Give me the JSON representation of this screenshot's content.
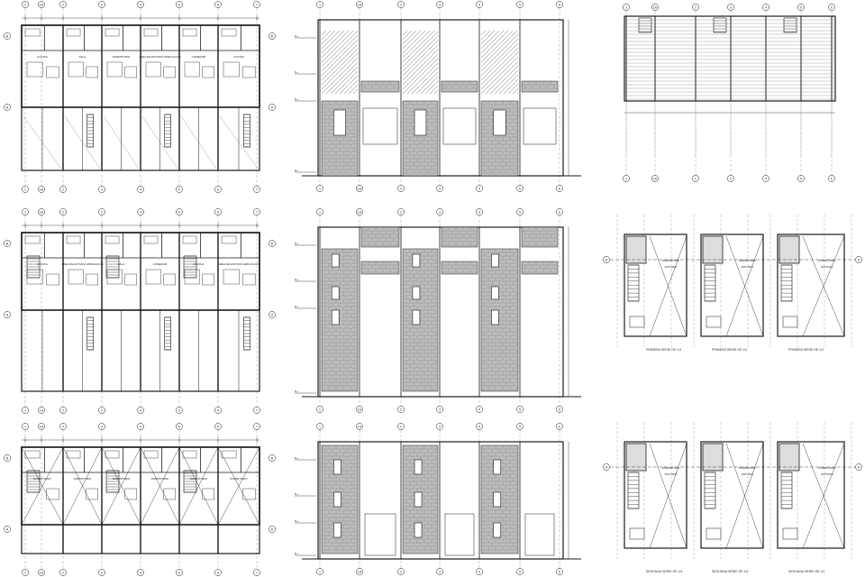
{
  "drawing_set": {
    "grid_numbers": [
      "1",
      "1A",
      "2",
      "3",
      "4",
      "5",
      "6",
      "7"
    ],
    "grid_letters": [
      "A",
      "B",
      "C"
    ],
    "sheets": [
      {
        "id": "plan-ground",
        "kind": "plan",
        "room_labels": [
          "COCINA",
          "SALA",
          "DORMITORIO",
          "AREA DE ESTUDIO AMPLIACION",
          "COMEDOR"
        ]
      },
      {
        "id": "elevation-front",
        "kind": "elevation",
        "room_labels": []
      },
      {
        "id": "plan-roof",
        "kind": "roof",
        "room_labels": []
      },
      {
        "id": "plan-first",
        "kind": "plan",
        "room_labels": [
          "COCINA",
          "AREA DE ESTUDIO AMPLIACION",
          "SALA",
          "COMEDOR"
        ]
      },
      {
        "id": "elevation-rear",
        "kind": "elevation",
        "room_labels": []
      },
      {
        "id": "section-1",
        "kind": "section",
        "room_labels": [
          "DORMITORIO",
          "ESTUDIO"
        ],
        "captions": [
          "PRIMERA SERIE DE 1/4",
          "PRIMERA SERIE DE 1/4",
          "PRIMERA SERIE DE 1/4"
        ]
      },
      {
        "id": "plan-second",
        "kind": "plan",
        "room_labels": [
          "DORMITORIO",
          "DORMITORIO",
          "DORMITORIO"
        ]
      },
      {
        "id": "elevation-side",
        "kind": "elevation",
        "room_labels": []
      },
      {
        "id": "section-2",
        "kind": "section",
        "room_labels": [
          "DORMITORIO",
          "ESTUDIO"
        ],
        "captions": [
          "SEGUNDA SERIE DE 1/4",
          "SEGUNDA SERIE DE 1/4",
          "SEGUNDA SERIE DE 1/4"
        ]
      }
    ]
  },
  "colors": {
    "line": "#1a1a1a",
    "hatch": "#555555",
    "brick": "#bdbdbd",
    "paper": "#ffffff"
  }
}
